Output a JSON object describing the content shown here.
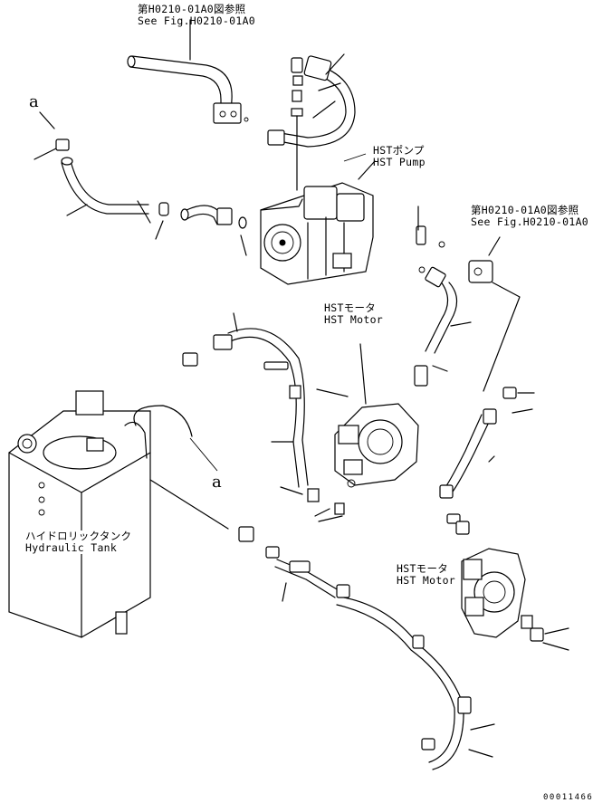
{
  "labels": {
    "ref_top": {
      "jp": "第H0210-01A0図参照",
      "en": "See Fig.H0210-01A0"
    },
    "ref_right": {
      "jp": "第H0210-01A0図参照",
      "en": "See Fig.H0210-01A0"
    },
    "hst_pump": {
      "jp": "HSTポンプ",
      "en": "HST Pump"
    },
    "hst_motor_1": {
      "jp": "HSTモータ",
      "en": "HST Motor"
    },
    "hst_motor_2": {
      "jp": "HSTモータ",
      "en": "HST Motor"
    },
    "hydraulic_tank": {
      "jp": "ハイドロリックタンク",
      "en": "Hydraulic Tank"
    }
  },
  "callouts": {
    "a_top": "a",
    "a_mid": "a"
  },
  "drawing_number": "00011466"
}
